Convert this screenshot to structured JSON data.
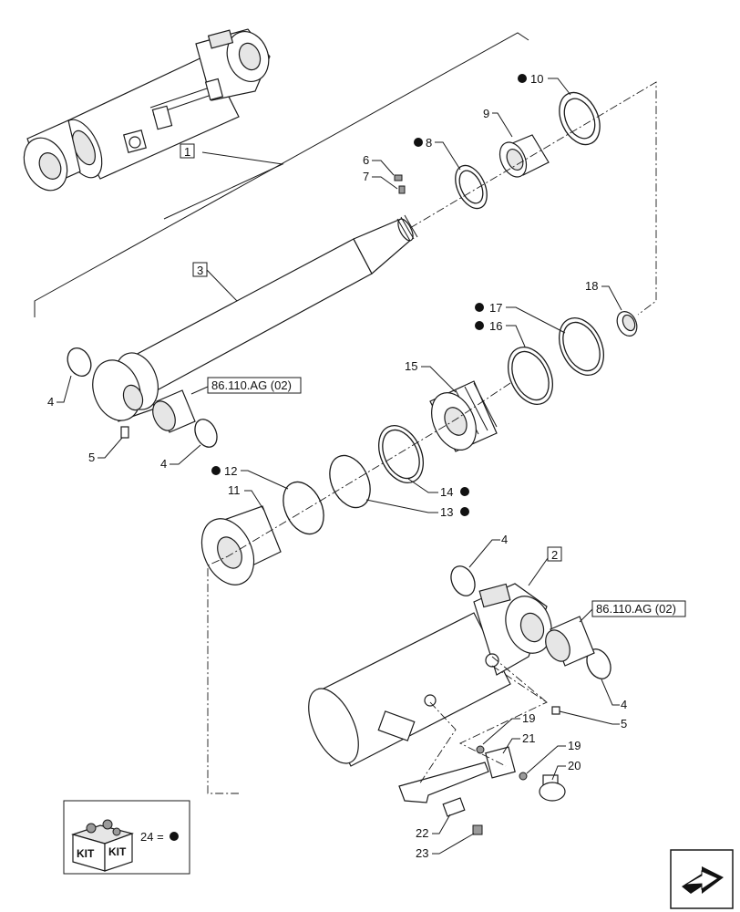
{
  "callouts": {
    "c1": "1",
    "c2": "2",
    "c3": "3",
    "c4a": "4",
    "c4b": "4",
    "c4c": "4",
    "c4d": "4",
    "c5a": "5",
    "c5b": "5",
    "c6": "6",
    "c7": "7",
    "c8": "8",
    "c9": "9",
    "c10": "10",
    "c11": "11",
    "c12": "12",
    "c13": "13",
    "c14": "14",
    "c15": "15",
    "c16": "16",
    "c17": "17",
    "c18": "18",
    "c19a": "19",
    "c19b": "19",
    "c20": "20",
    "c21": "21",
    "c22": "22",
    "c23": "23"
  },
  "references": {
    "ref_top": "86.110.AG (02)",
    "ref_right": "86.110.AG (02)"
  },
  "kit": {
    "label_left": "KIT",
    "label_right": "KIT",
    "legend": "24 ="
  },
  "icons": {
    "kit_box": "kit-box-icon",
    "next_page": "next-page-arrow-icon",
    "bullet": "filled-circle-bullet"
  }
}
